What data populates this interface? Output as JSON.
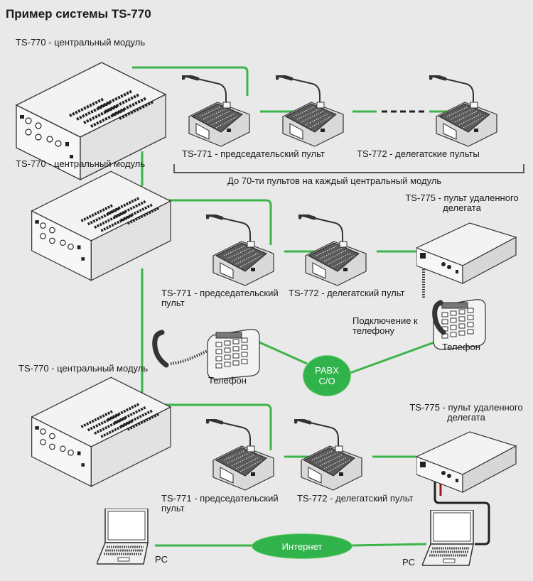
{
  "title": "Пример системы TS-770",
  "modules": {
    "top_label": "TS-770 - центральный модуль",
    "middle_label": "TS-770 - центральный модуль",
    "bottom_label": "TS-770 - центральный модуль"
  },
  "row1": {
    "chairman": "TS-771 - председательский пульт",
    "delegates": "TS-772 - делегатские пульты",
    "capacity_note": "До 70-ти пультов на каждый центральный модуль"
  },
  "row2": {
    "chairman": "TS-771 - председательский пульт",
    "delegate": "TS-772 - делегатский пульт",
    "remote": "TS-775 - пульт удаленного делегата",
    "phone_connection": "Подключение к телефону",
    "phone_right": "Телефон",
    "phone_left": "Телефон",
    "pabx": "PABX C/O"
  },
  "row3": {
    "chairman": "TS-771 - председательский пульт",
    "delegate": "TS-772 - делегатский пульт",
    "remote": "TS-775 - пульт удаленного делегата",
    "internet": "Интернет",
    "pc_left": "PC",
    "pc_right": "PC"
  },
  "colors": {
    "link": "#3cb449",
    "background": "#e9e9e9",
    "cable": "#222222"
  }
}
